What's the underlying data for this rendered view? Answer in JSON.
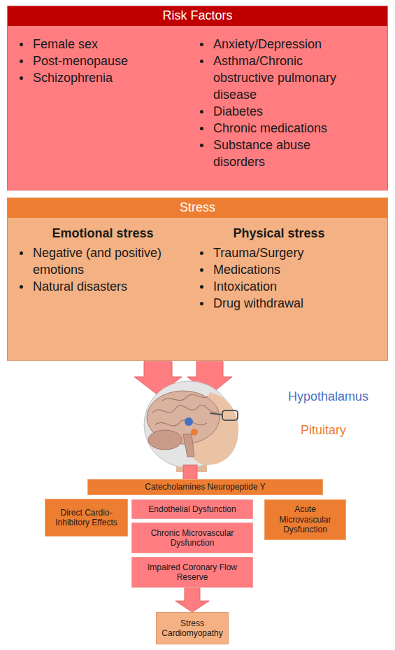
{
  "diagram": {
    "nodes": [
      {
        "text": [
          "Risk Factors",
          "Female sex",
          "Post-menopause",
          "Schizophrenia",
          "Anxiety/Depression",
          "Asthma/Chronic obstructive pulmonary disease",
          "Diabetes",
          "Chronic medications",
          "Substance abuse disorders"
        ]
      },
      {
        "text": [
          "Stress",
          "Emotional stress",
          "Negative (and positive) emotions",
          "Natural disasters",
          "Physical stress",
          "Trauma/Surgery",
          "Medications",
          "Intoxication",
          "Drug withdrawal"
        ]
      },
      {
        "text": [
          "Catecholamines Neuropeptide Y"
        ]
      },
      {
        "text": [
          "Direct Cardio-Inhibitory Effects"
        ]
      },
      {
        "text": [
          "Endothelial Dysfunction"
        ]
      },
      {
        "text": [
          "Acute Microvascular Dysfunction"
        ]
      },
      {
        "text": [
          "Chronic Microvascular Dysfunction"
        ]
      },
      {
        "text": [
          "Impaired Coronary Flow Reserve"
        ]
      },
      {
        "text": [
          "Stress Cardiomyopathy"
        ]
      }
    ],
    "edges": [
      {
        "from": 7,
        "to": 8,
        "arrow": "to"
      }
    ],
    "labels": [
      "Hypothalamus",
      "Pituitary"
    ]
  }
}
